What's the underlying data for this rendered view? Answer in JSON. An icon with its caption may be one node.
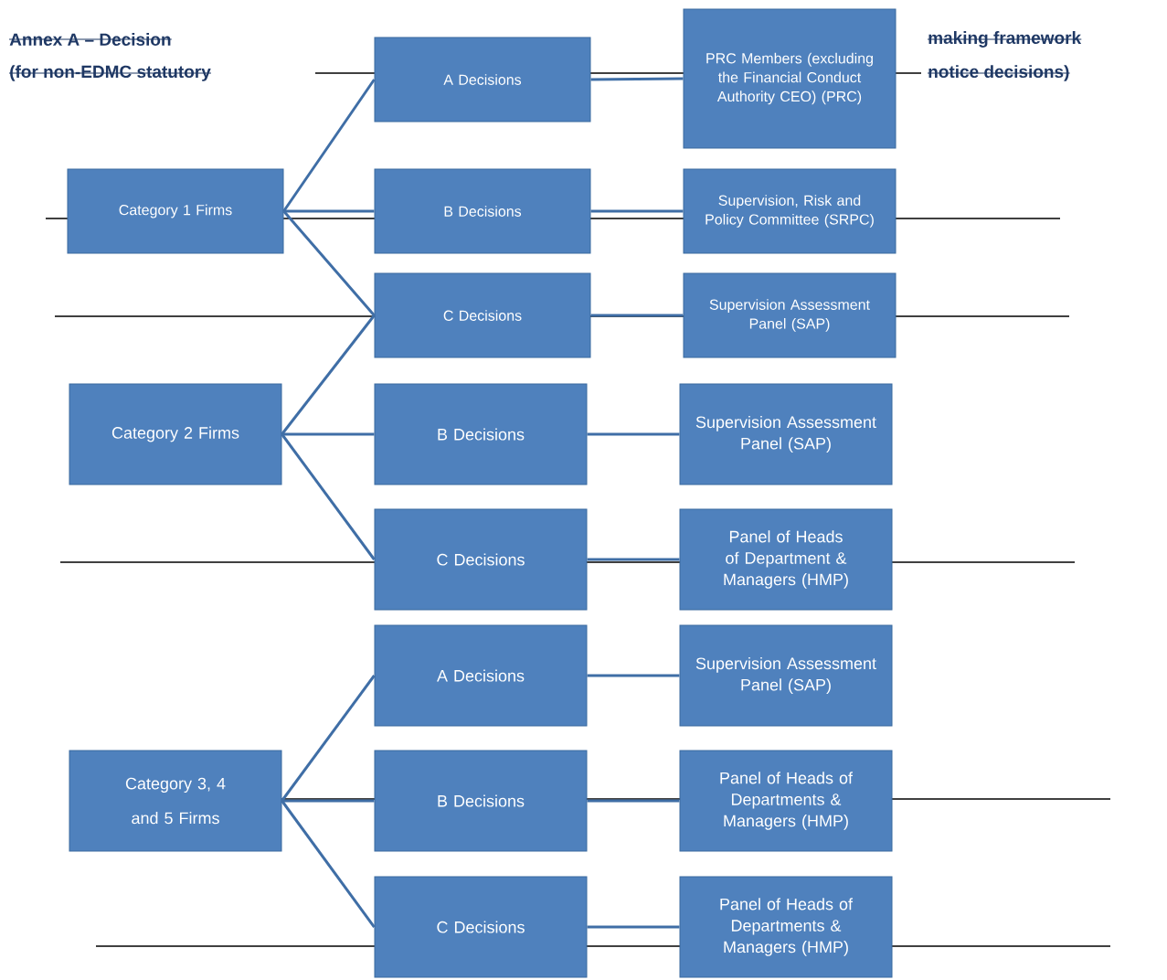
{
  "diagram": {
    "nodes": [
      {
        "text": [
          "Category 1 Firms"
        ]
      },
      {
        "text": [
          "A Decisions"
        ]
      },
      {
        "text": [
          "PRC Members (excluding the Financial Conduct Authority CEO) (PRC)"
        ]
      },
      {
        "text": [
          "B Decisions"
        ]
      },
      {
        "text": [
          "Supervision, Risk and Policy Committee (SRPC)"
        ]
      },
      {
        "text": [
          "C Decisions"
        ]
      },
      {
        "text": [
          "Supervision Assessment Panel (SAP)"
        ]
      },
      {
        "text": [
          "Category 2 Firms"
        ]
      },
      {
        "text": [
          "B Decisions"
        ]
      },
      {
        "text": [
          "Supervision Assessment Panel (SAP)"
        ]
      },
      {
        "text": [
          "C Decisions"
        ]
      },
      {
        "text": [
          "Panel of Heads of Department & Managers (HMP)"
        ]
      },
      {
        "text": [
          "Category 3, 4 and 5 Firms"
        ]
      },
      {
        "text": [
          "A Decisions"
        ]
      },
      {
        "text": [
          "Supervision Assessment Panel (SAP)"
        ]
      },
      {
        "text": [
          "B Decisions"
        ]
      },
      {
        "text": [
          "Panel of Heads of Departments & Managers (HMP)"
        ]
      },
      {
        "text": [
          "C Decisions"
        ]
      },
      {
        "text": [
          "Panel of Heads of Departments & Managers (HMP)"
        ]
      }
    ],
    "edges": [
      {
        "from": 0,
        "to": 1,
        "arrow": "none"
      },
      {
        "from": 0,
        "to": 3,
        "arrow": "none"
      },
      {
        "from": 0,
        "to": 5,
        "arrow": "none"
      },
      {
        "from": 1,
        "to": 2,
        "arrow": "none"
      },
      {
        "from": 3,
        "to": 4,
        "arrow": "none"
      },
      {
        "from": 5,
        "to": 6,
        "arrow": "none"
      },
      {
        "from": 7,
        "to": 5,
        "arrow": "none"
      },
      {
        "from": 7,
        "to": 8,
        "arrow": "none"
      },
      {
        "from": 7,
        "to": 10,
        "arrow": "none"
      },
      {
        "from": 8,
        "to": 9,
        "arrow": "none"
      },
      {
        "from": 10,
        "to": 11,
        "arrow": "none"
      },
      {
        "from": 12,
        "to": 13,
        "arrow": "none"
      },
      {
        "from": 12,
        "to": 15,
        "arrow": "none"
      },
      {
        "from": 12,
        "to": 17,
        "arrow": "none"
      },
      {
        "from": 13,
        "to": 14,
        "arrow": "none"
      },
      {
        "from": 15,
        "to": 16,
        "arrow": "none"
      },
      {
        "from": 17,
        "to": 18,
        "arrow": "none"
      }
    ],
    "labels": [
      "Annex A – Decision",
      "making framework",
      "(for non-EDMC statutory",
      "notice decisions)"
    ]
  }
}
